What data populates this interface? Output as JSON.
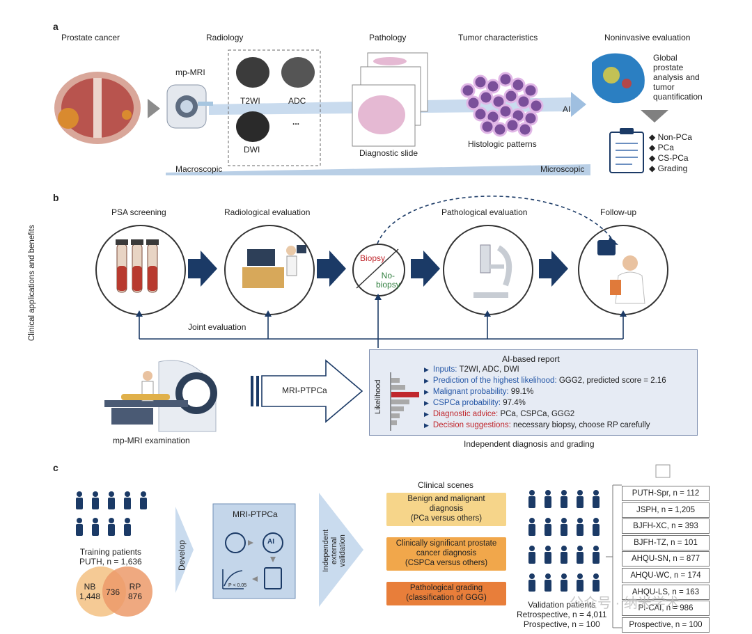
{
  "panel_a": {
    "letter": "a",
    "headers": {
      "prostate": "Prostate cancer",
      "radiology": "Radiology",
      "pathology": "Pathology",
      "tumor": "Tumor characteristics",
      "noninvasive": "Noninvasive evaluation"
    },
    "mpmri": "mp-MRI",
    "sequences": {
      "t2wi": "T2WI",
      "adc": "ADC",
      "dwi": "DWI",
      "more": "..."
    },
    "diagnostic_slide": "Diagnostic slide",
    "histologic": "Histologic patterns",
    "ai": "AI",
    "global_text": [
      "Global",
      "prostate",
      "analysis and",
      "tumor",
      "quantification"
    ],
    "outcomes": [
      "Non-PCa",
      "PCa",
      "CS-PCa",
      "Grading"
    ],
    "macroscopic": "Macroscopic",
    "microscopic": "Microscopic"
  },
  "panel_b": {
    "letter": "b",
    "side_label": "Clinical applications and benefits",
    "steps": {
      "psa": "PSA screening",
      "radiological": "Radiological evaluation",
      "pathological": "Pathological evaluation",
      "followup": "Follow-up"
    },
    "biopsy": "Biopsy",
    "nobiopsy": [
      "No-",
      "biopsy"
    ],
    "joint_eval": "Joint evaluation",
    "mpmri_exam": "mp-MRI examination",
    "model_name": "MRI-PTPCa",
    "report": {
      "title": "AI-based report",
      "likelihood": "Likelihood",
      "lines": [
        {
          "label": "Inputs:",
          "value": " T2WI, ADC, DWI",
          "color": "blue"
        },
        {
          "label": "Prediction of the highest likelihood:",
          "value": " GGG2, predicted score = 2.16",
          "color": "blue"
        },
        {
          "label": "Malignant probability:",
          "value": " 99.1%",
          "color": "blue"
        },
        {
          "label": "CSPCa probability:",
          "value": " 97.4%",
          "color": "blue"
        },
        {
          "label": "Diagnostic advice:",
          "value": " PCa, CSPCa, GGG2",
          "color": "red"
        },
        {
          "label": "Decision suggestions:",
          "value": " necessary biopsy, choose RP carefully",
          "color": "red"
        }
      ],
      "footer": "Independent diagnosis and grading"
    }
  },
  "panel_c": {
    "letter": "c",
    "training": [
      "Training patients",
      "PUTH, n = 1,636"
    ],
    "venn": {
      "nb_label": "NB",
      "nb_val": "1,448",
      "overlap": "736",
      "rp_label": "RP",
      "rp_val": "876"
    },
    "develop": "Develop",
    "model_name": "MRI-PTPCa",
    "ai_icon": "AI",
    "auc_text": "P < 0.05",
    "validation_arrow": [
      "Independent",
      "external",
      "validation"
    ],
    "clinical_scenes": "Clinical scenes",
    "scenes": [
      [
        "Benign and malignant",
        "diagnosis",
        "(PCa versus others)"
      ],
      [
        "Clinically significant prostate",
        "cancer diagnosis",
        "(CSPCa versus others)"
      ],
      [
        "Pathological grading",
        "(classification of GGG)"
      ]
    ],
    "validation": [
      "Validation patients",
      "Retrospective, n = 4,011",
      "Prospective, n = 100"
    ],
    "cohorts": [
      "PUTH-Spr, n = 112",
      "JSPH, n = 1,205",
      "BJFH-XC, n = 393",
      "BJFH-TZ, n = 101",
      "AHQU-SN, n = 877",
      "AHQU-WC, n = 174",
      "AHQU-LS, n = 163",
      "PI-CAI, n = 986",
      "Prospective, n = 100"
    ],
    "watermark": "公众号 · 纳米学术"
  },
  "colors": {
    "navy": "#1b3a66",
    "light_blue": "#b9cfe6",
    "scene1": "#f6d58a",
    "scene2": "#f1a74b",
    "scene3": "#e87e3a",
    "venn_left": "#f4c48a",
    "venn_right": "#ec9a6a"
  }
}
